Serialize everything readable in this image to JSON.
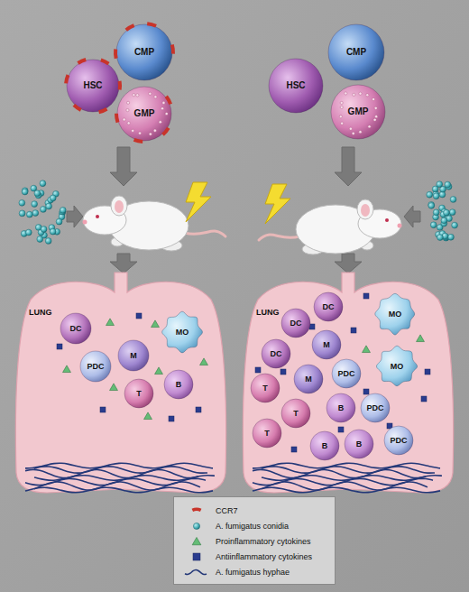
{
  "diagram": {
    "nodes": [
      {
        "text": [
          "HSC"
        ]
      },
      {
        "text": [
          "CMP"
        ]
      },
      {
        "text": [
          "GMP"
        ]
      },
      {
        "text": [
          "HSC"
        ]
      },
      {
        "text": [
          "CMP"
        ]
      },
      {
        "text": [
          "GMP"
        ]
      },
      {
        "text": [
          "LUNG"
        ]
      },
      {
        "text": [
          "DC"
        ],
        "in": 6
      },
      {
        "text": [
          "MO"
        ],
        "in": 6
      },
      {
        "text": [
          "PDC"
        ],
        "in": 6
      },
      {
        "text": [
          "M"
        ],
        "in": 6
      },
      {
        "text": [
          "T"
        ],
        "in": 6
      },
      {
        "text": [
          "B"
        ],
        "in": 6
      },
      {
        "text": [
          "LUNG"
        ]
      },
      {
        "text": [
          "DC"
        ],
        "in": 13
      },
      {
        "text": [
          "DC"
        ],
        "in": 13
      },
      {
        "text": [
          "MO"
        ],
        "in": 13
      },
      {
        "text": [
          "DC"
        ],
        "in": 13
      },
      {
        "text": [
          "M"
        ],
        "in": 13
      },
      {
        "text": [
          "MO"
        ],
        "in": 13
      },
      {
        "text": [
          "PDC"
        ],
        "in": 13
      },
      {
        "text": [
          "M"
        ],
        "in": 13
      },
      {
        "text": [
          "T"
        ],
        "in": 13
      },
      {
        "text": [
          "B"
        ],
        "in": 13
      },
      {
        "text": [
          "PDC"
        ],
        "in": 13
      },
      {
        "text": [
          "T"
        ],
        "in": 13
      },
      {
        "text": [
          "T"
        ],
        "in": 13
      },
      {
        "text": [
          "B"
        ],
        "in": 13
      },
      {
        "text": [
          "B"
        ],
        "in": 13
      },
      {
        "text": [
          "PDC"
        ],
        "in": 13
      }
    ],
    "legend": [
      {
        "text": "CCR7"
      },
      {
        "text": "A. fumigatus conidia"
      },
      {
        "text": "Proinflammatory cytokines"
      },
      {
        "text": "Antiinflammatory cytokines",
        "color": "#2a3c8e"
      },
      {
        "text": "A. fumigatus hyphae"
      }
    ]
  }
}
